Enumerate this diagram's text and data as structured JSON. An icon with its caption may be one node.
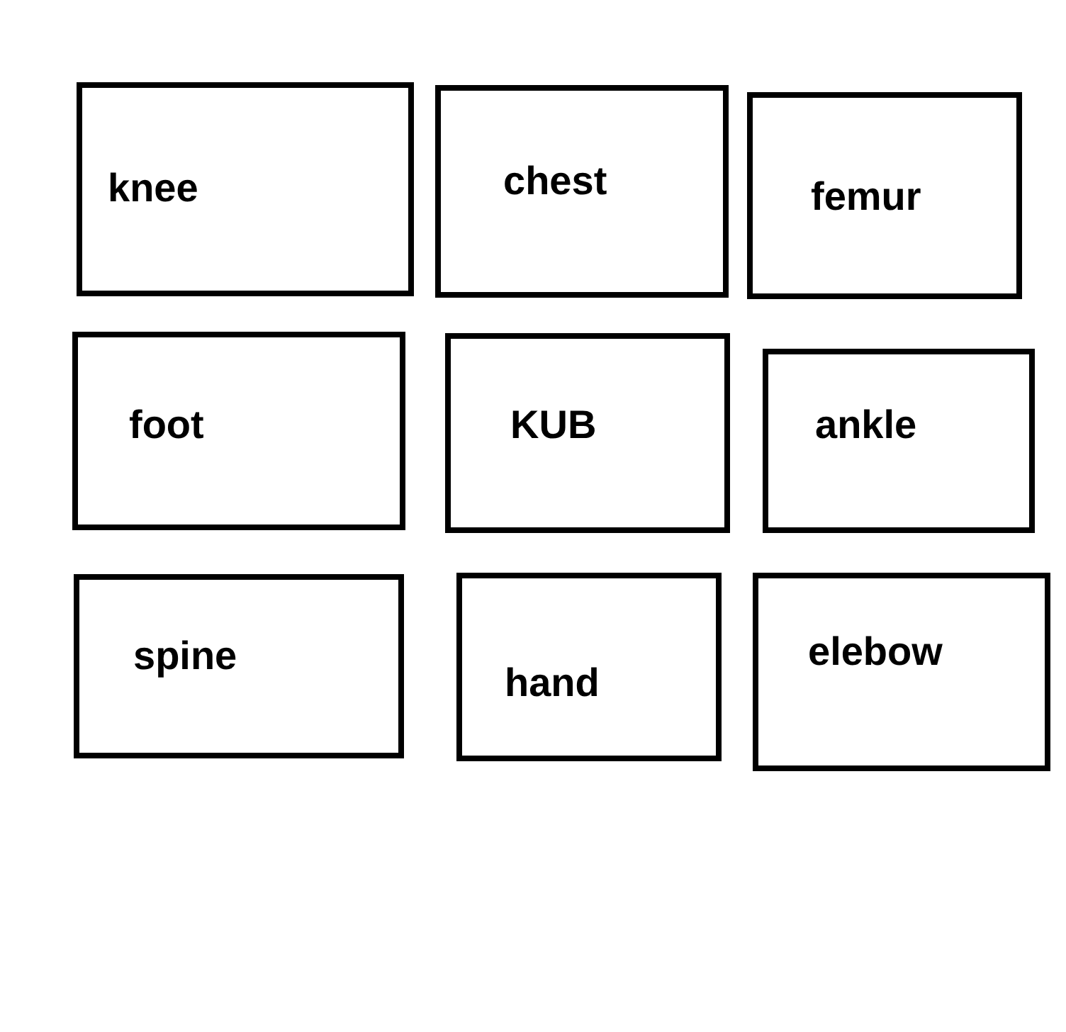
{
  "diagram": {
    "nodes": [
      {
        "text": [
          "knee"
        ]
      },
      {
        "text": [
          "chest"
        ]
      },
      {
        "text": [
          "femur"
        ]
      },
      {
        "text": [
          "foot"
        ]
      },
      {
        "text": [
          "KUB"
        ]
      },
      {
        "text": [
          "ankle"
        ]
      },
      {
        "text": [
          "spine"
        ]
      },
      {
        "text": [
          "hand"
        ]
      },
      {
        "text": [
          "elebow"
        ]
      }
    ]
  }
}
